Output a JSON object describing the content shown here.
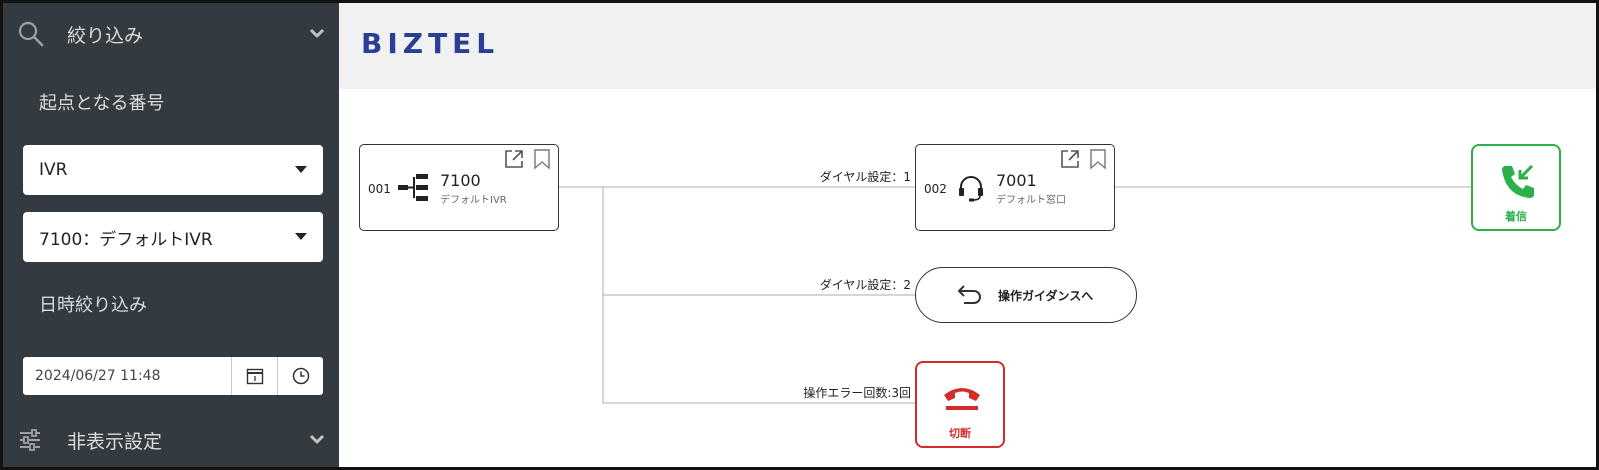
{
  "sidebar": {
    "filter_label": "絞り込み",
    "origin_title": "起点となる番号",
    "type_select": "IVR",
    "number_select": "7100：デフォルトIVR",
    "datetime_title": "日時絞り込み",
    "datetime_value": "2024/06/27 11:48",
    "hide_settings_label": "非表示設定"
  },
  "header": {
    "logo": "BIZTEL"
  },
  "flow": {
    "ivr_node": {
      "num": "001",
      "ext": "7100",
      "sub": "デフォルトIVR"
    },
    "queue_node": {
      "num": "002",
      "ext": "7001",
      "sub": "デフォルト窓口"
    },
    "edge1_label": "ダイヤル設定：1",
    "edge2_label": "ダイヤル設定：2",
    "edge3_label": "操作エラー回数:3回",
    "guidance_label": "操作ガイダンスへ",
    "incoming_label": "着信",
    "hangup_label": "切断"
  },
  "colors": {
    "sidebar_bg": "#333b41",
    "brand": "#2b3e96",
    "incoming": "#2bb04a",
    "hangup": "#d62b2b"
  }
}
